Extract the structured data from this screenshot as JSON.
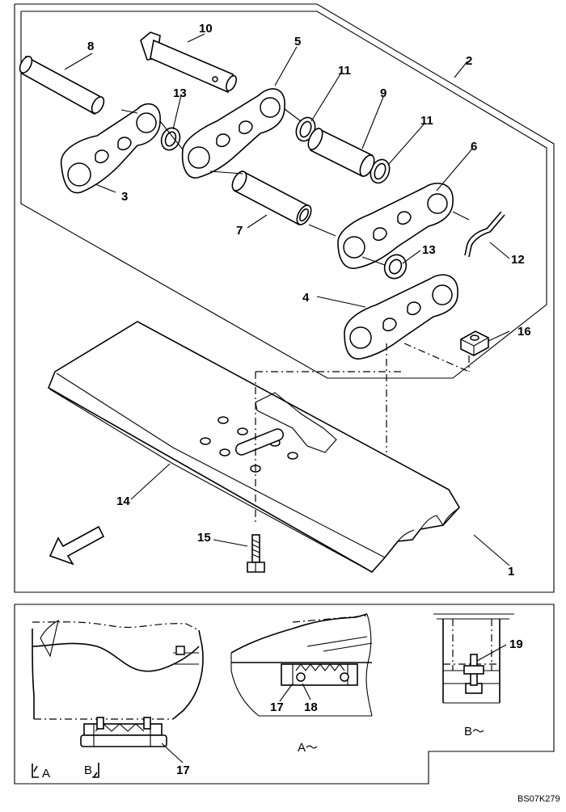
{
  "callouts": {
    "c1": "1",
    "c2": "2",
    "c3": "3",
    "c4": "4",
    "c5": "5",
    "c6": "6",
    "c7": "7",
    "c8": "8",
    "c9": "9",
    "c10": "10",
    "c11a": "11",
    "c11b": "11",
    "c12": "12",
    "c13a": "13",
    "c13b": "13",
    "c14": "14",
    "c15": "15",
    "c16": "16",
    "c17a": "17",
    "c17b": "17",
    "c18": "18",
    "c19": "19"
  },
  "views": {
    "view_a_caption": "A～",
    "view_b_caption": "B～",
    "section_a_marker": "A",
    "section_b_marker": "B"
  },
  "drawing_code": "BS07K279"
}
